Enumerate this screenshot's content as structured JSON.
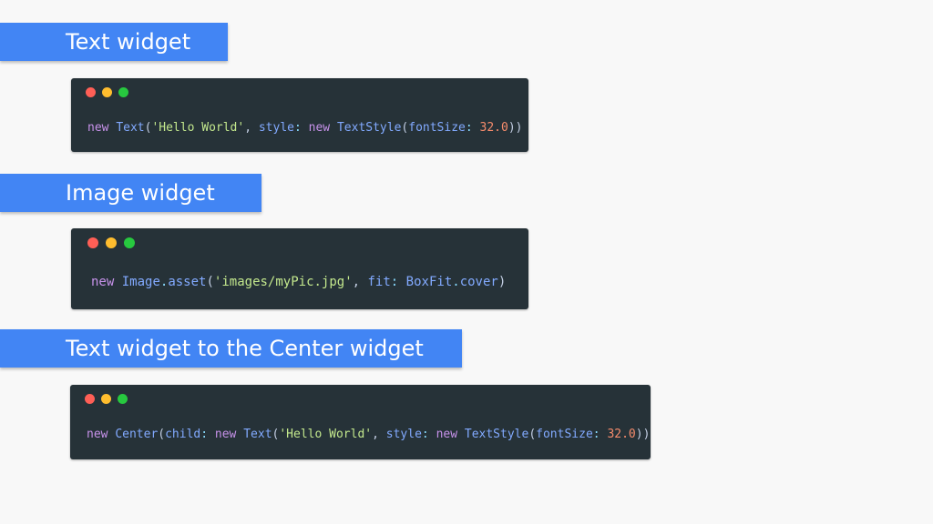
{
  "sections": [
    {
      "title": "Text widget",
      "code": [
        {
          "t": "new",
          "c": "kw"
        },
        {
          "t": " ",
          "c": "p"
        },
        {
          "t": "Text",
          "c": "fn"
        },
        {
          "t": "(",
          "c": "p"
        },
        {
          "t": "'Hello World'",
          "c": "str"
        },
        {
          "t": ", ",
          "c": "p"
        },
        {
          "t": "style",
          "c": "prop"
        },
        {
          "t": ":",
          "c": "op"
        },
        {
          "t": " ",
          "c": "p"
        },
        {
          "t": "new",
          "c": "kw"
        },
        {
          "t": " ",
          "c": "p"
        },
        {
          "t": "TextStyle",
          "c": "fn"
        },
        {
          "t": "(",
          "c": "p"
        },
        {
          "t": "fontSize",
          "c": "prop"
        },
        {
          "t": ":",
          "c": "op"
        },
        {
          "t": " ",
          "c": "p"
        },
        {
          "t": "32.0",
          "c": "num"
        },
        {
          "t": "))",
          "c": "p"
        }
      ]
    },
    {
      "title": "Image widget",
      "code": [
        {
          "t": "new",
          "c": "kw"
        },
        {
          "t": " ",
          "c": "p"
        },
        {
          "t": "Image",
          "c": "fn"
        },
        {
          "t": ".",
          "c": "op"
        },
        {
          "t": "asset",
          "c": "fn"
        },
        {
          "t": "(",
          "c": "p"
        },
        {
          "t": "'images/myPic.jpg'",
          "c": "str"
        },
        {
          "t": ", ",
          "c": "p"
        },
        {
          "t": "fit",
          "c": "prop"
        },
        {
          "t": ":",
          "c": "op"
        },
        {
          "t": " ",
          "c": "p"
        },
        {
          "t": "BoxFit",
          "c": "fn"
        },
        {
          "t": ".",
          "c": "op"
        },
        {
          "t": "cover",
          "c": "prop"
        },
        {
          "t": ")",
          "c": "p"
        }
      ]
    },
    {
      "title": "Text widget to the Center widget",
      "code": [
        {
          "t": "new",
          "c": "kw"
        },
        {
          "t": " ",
          "c": "p"
        },
        {
          "t": "Center",
          "c": "fn"
        },
        {
          "t": "(",
          "c": "p"
        },
        {
          "t": "child",
          "c": "prop"
        },
        {
          "t": ":",
          "c": "op"
        },
        {
          "t": " ",
          "c": "p"
        },
        {
          "t": "new",
          "c": "kw"
        },
        {
          "t": " ",
          "c": "p"
        },
        {
          "t": "Text",
          "c": "fn"
        },
        {
          "t": "(",
          "c": "p"
        },
        {
          "t": "'Hello World'",
          "c": "str"
        },
        {
          "t": ", ",
          "c": "p"
        },
        {
          "t": "style",
          "c": "prop"
        },
        {
          "t": ":",
          "c": "op"
        },
        {
          "t": " ",
          "c": "p"
        },
        {
          "t": "new",
          "c": "kw"
        },
        {
          "t": " ",
          "c": "p"
        },
        {
          "t": "TextStyle",
          "c": "fn"
        },
        {
          "t": "(",
          "c": "p"
        },
        {
          "t": "fontSize",
          "c": "prop"
        },
        {
          "t": ":",
          "c": "op"
        },
        {
          "t": " ",
          "c": "p"
        },
        {
          "t": "32.0",
          "c": "num"
        },
        {
          "t": "))",
          "c": "p"
        }
      ]
    }
  ],
  "window_dots": [
    "red",
    "yellow",
    "green"
  ],
  "colors": {
    "banner": "#4285f4",
    "card": "#263238",
    "page_background": "#f8f8f8",
    "dot_red": "#ff5f56",
    "dot_yellow": "#ffbd2e",
    "dot_green": "#27c93f"
  }
}
